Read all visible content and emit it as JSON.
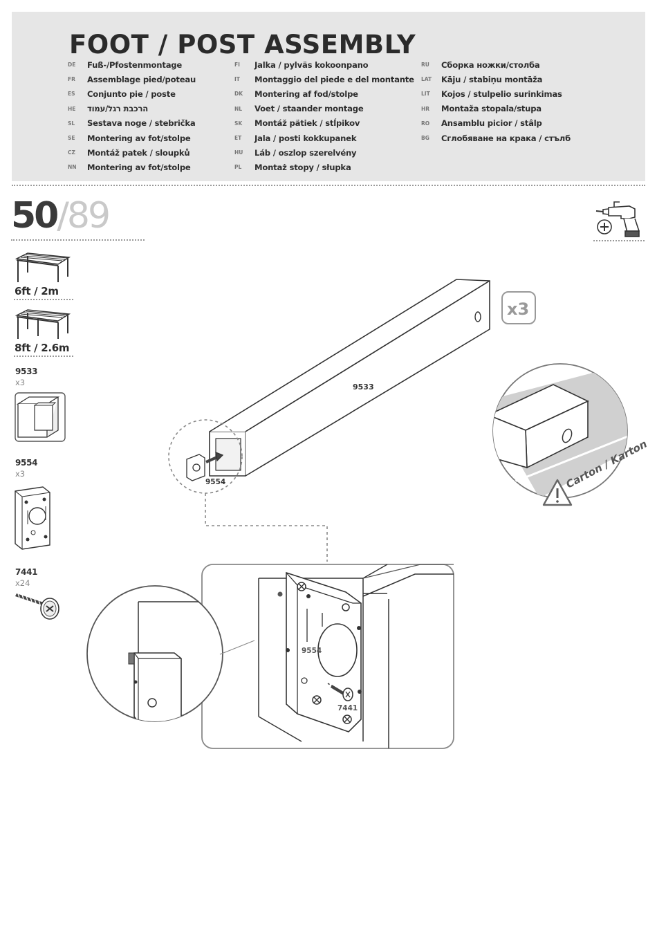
{
  "header": {
    "title": "FOOT / POST ASSEMBLY",
    "languages": [
      [
        {
          "code": "DE",
          "text": "Fuß-/Pfostenmontage"
        },
        {
          "code": "FR",
          "text": "Assemblage pied/poteau"
        },
        {
          "code": "ES",
          "text": "Conjunto pie / poste"
        },
        {
          "code": "HE",
          "text": "הרכבת רגל/עמוד"
        },
        {
          "code": "SL",
          "text": "Sestava noge / stebrička"
        },
        {
          "code": "SE",
          "text": "Montering av fot/stolpe"
        },
        {
          "code": "CZ",
          "text": "Montáž patek / sloupků"
        },
        {
          "code": "NN",
          "text": "Montering av fot/stolpe"
        }
      ],
      [
        {
          "code": "FI",
          "text": "Jalka / pylväs kokoonpano"
        },
        {
          "code": "IT",
          "text": "Montaggio del piede e del montante"
        },
        {
          "code": "DK",
          "text": "Montering af fod/stolpe"
        },
        {
          "code": "NL",
          "text": "Voet / staander montage"
        },
        {
          "code": "SK",
          "text": "Montáž pätiek / stĺpikov"
        },
        {
          "code": "ET",
          "text": "Jala / posti kokkupanek"
        },
        {
          "code": "HU",
          "text": "Láb / oszlop szerelvény"
        },
        {
          "code": "PL",
          "text": "Montaż stopy / słupka"
        }
      ],
      [
        {
          "code": "RU",
          "text": "Сборка ножки/столба"
        },
        {
          "code": "LAT",
          "text": "Kāju / stabiņu montāža"
        },
        {
          "code": "LIT",
          "text": "Kojos / stulpelio surinkimas"
        },
        {
          "code": "HR",
          "text": "Montaža stopala/stupa"
        },
        {
          "code": "RO",
          "text": "Ansamblu picior / stâlp"
        },
        {
          "code": "BG",
          "text": "Сглобяване на крака / стълб"
        }
      ]
    ]
  },
  "step": {
    "number": "50",
    "slash": "/",
    "total": "89"
  },
  "sizes": [
    {
      "label": "6ft / 2m"
    },
    {
      "label": "8ft / 2.6m"
    }
  ],
  "parts": [
    {
      "number": "9533",
      "qty": "x3"
    },
    {
      "number": "9554",
      "qty": "x3"
    },
    {
      "number": "7441",
      "qty": "x24"
    }
  ],
  "diagram": {
    "post_label": "9533",
    "multiplier": "x3",
    "bracket_label": "9554",
    "detail_bracket_label": "9554",
    "detail_screw_label": "7441",
    "carton_label": "Carton / Karton"
  },
  "icons": [
    "power-drill-icon",
    "plus-icon",
    "warning-triangle-icon",
    "carport-icon",
    "screw-icon"
  ]
}
